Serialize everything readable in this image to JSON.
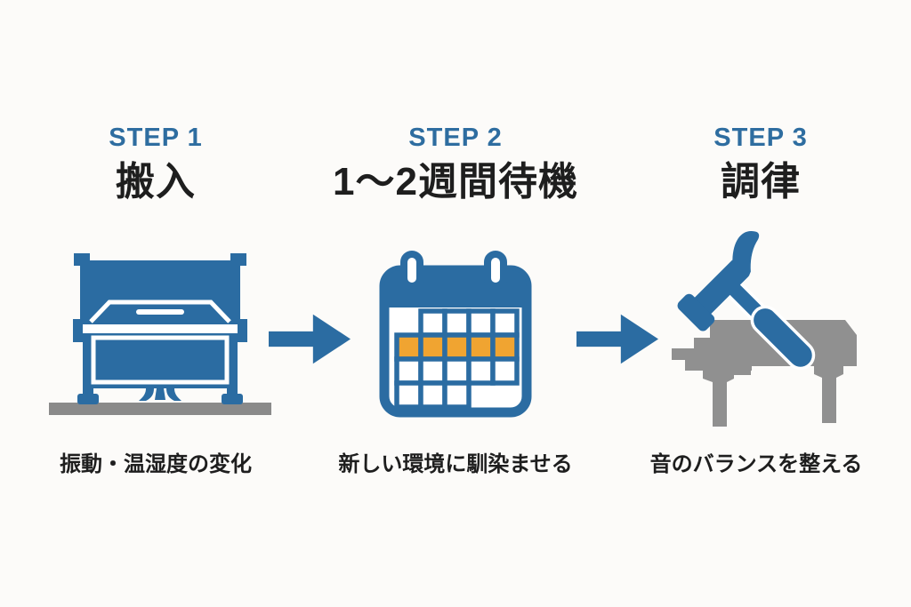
{
  "palette": {
    "background": "#FCFBF9",
    "blue": "#2B6CA2",
    "step_blue": "#2E6DA0",
    "orange": "#F0A431",
    "gray": "#909090",
    "ground_gray": "#8A8A8A",
    "text": "#1E1E1E"
  },
  "steps": [
    {
      "label": "STEP 1",
      "title": "搬入",
      "caption": "振動・温湿度の変化",
      "icon": "upright-piano"
    },
    {
      "label": "STEP 2",
      "title": "1〜2週間待機",
      "caption": "新しい環境に馴染ませる",
      "icon": "calendar-with-highlighted-week"
    },
    {
      "label": "STEP 3",
      "title": "調律",
      "caption": "音のバランスを整える",
      "icon": "grand-piano-with-tuning-hammer"
    }
  ],
  "icons": {
    "connector": "arrow-right"
  }
}
